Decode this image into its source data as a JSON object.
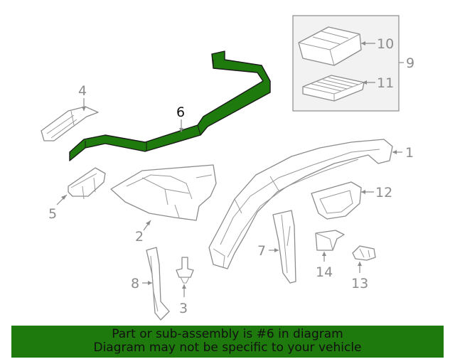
{
  "colors": {
    "highlight": "#1e7a0c",
    "banner": "#1e7a0c",
    "line": "#8c8c8c",
    "inset_bg": "#f2f2f2"
  },
  "callouts": [
    {
      "number": "1"
    },
    {
      "number": "2"
    },
    {
      "number": "3"
    },
    {
      "number": "4"
    },
    {
      "number": "5"
    },
    {
      "number": "6",
      "highlighted": true
    },
    {
      "number": "7"
    },
    {
      "number": "8"
    },
    {
      "number": "9"
    },
    {
      "number": "10"
    },
    {
      "number": "11"
    },
    {
      "number": "12"
    },
    {
      "number": "13"
    },
    {
      "number": "14"
    }
  ],
  "banner": {
    "line1": "Part or sub-assembly is #6 in diagram",
    "line2": "Diagram may not be specific to your vehicle"
  }
}
